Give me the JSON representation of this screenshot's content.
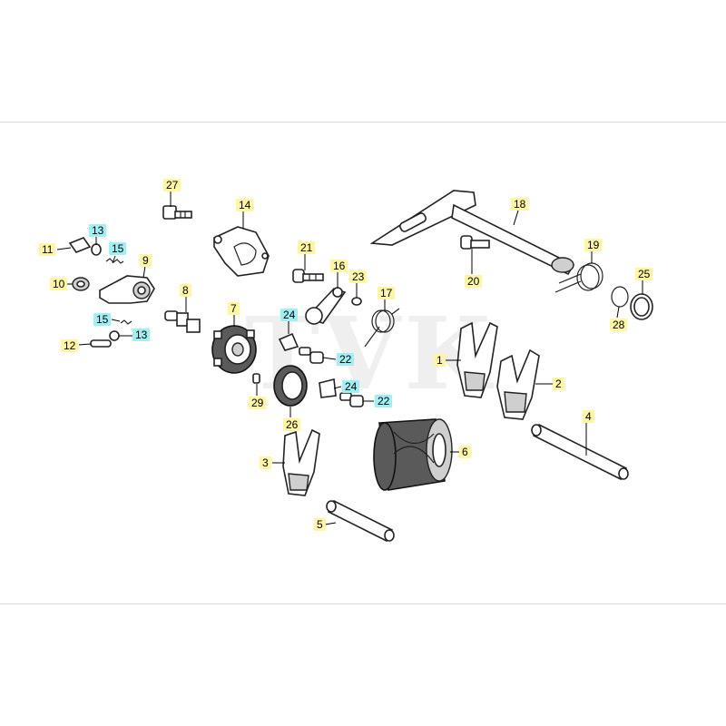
{
  "diagram": {
    "watermark": "TVK",
    "callouts": [
      {
        "id": "c1",
        "label": "1",
        "style": "yellow"
      },
      {
        "id": "c2",
        "label": "2",
        "style": "yellow"
      },
      {
        "id": "c3",
        "label": "3",
        "style": "yellow"
      },
      {
        "id": "c4",
        "label": "4",
        "style": "yellow"
      },
      {
        "id": "c5",
        "label": "5",
        "style": "yellow"
      },
      {
        "id": "c6",
        "label": "6",
        "style": "yellow"
      },
      {
        "id": "c7",
        "label": "7",
        "style": "yellow"
      },
      {
        "id": "c8",
        "label": "8",
        "style": "yellow"
      },
      {
        "id": "c9",
        "label": "9",
        "style": "yellow"
      },
      {
        "id": "c10",
        "label": "10",
        "style": "yellow"
      },
      {
        "id": "c11",
        "label": "11",
        "style": "yellow"
      },
      {
        "id": "c12",
        "label": "12",
        "style": "yellow"
      },
      {
        "id": "c13a",
        "label": "13",
        "style": "cyan"
      },
      {
        "id": "c13b",
        "label": "13",
        "style": "cyan"
      },
      {
        "id": "c14",
        "label": "14",
        "style": "yellow"
      },
      {
        "id": "c15a",
        "label": "15",
        "style": "cyan"
      },
      {
        "id": "c15b",
        "label": "15",
        "style": "cyan"
      },
      {
        "id": "c16",
        "label": "16",
        "style": "yellow"
      },
      {
        "id": "c17",
        "label": "17",
        "style": "yellow"
      },
      {
        "id": "c18",
        "label": "18",
        "style": "yellow"
      },
      {
        "id": "c19",
        "label": "19",
        "style": "yellow"
      },
      {
        "id": "c20",
        "label": "20",
        "style": "yellow"
      },
      {
        "id": "c21",
        "label": "21",
        "style": "yellow"
      },
      {
        "id": "c22a",
        "label": "22",
        "style": "cyan"
      },
      {
        "id": "c22b",
        "label": "22",
        "style": "cyan"
      },
      {
        "id": "c23",
        "label": "23",
        "style": "yellow"
      },
      {
        "id": "c24a",
        "label": "24",
        "style": "cyan"
      },
      {
        "id": "c24b",
        "label": "24",
        "style": "cyan"
      },
      {
        "id": "c25",
        "label": "25",
        "style": "yellow"
      },
      {
        "id": "c26",
        "label": "26",
        "style": "yellow"
      },
      {
        "id": "c27",
        "label": "27",
        "style": "yellow"
      },
      {
        "id": "c28",
        "label": "28",
        "style": "yellow"
      },
      {
        "id": "c29",
        "label": "29",
        "style": "yellow"
      }
    ]
  }
}
